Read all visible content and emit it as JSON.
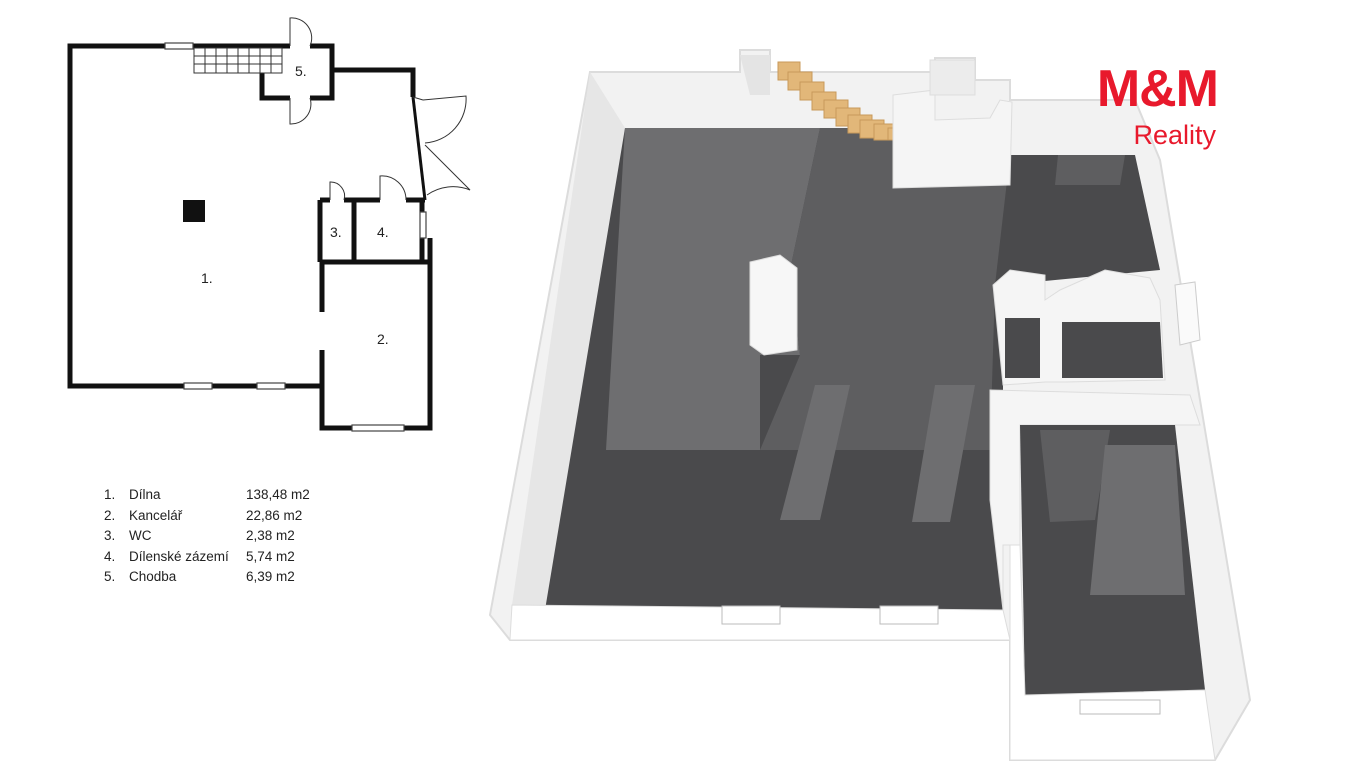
{
  "brand": {
    "logo_main": "M&M",
    "logo_sub": "Reality",
    "color": "#e8192c"
  },
  "plan": {
    "room_labels": [
      "1.",
      "2.",
      "3.",
      "4.",
      "5."
    ]
  },
  "legend": {
    "rows": [
      {
        "num": "1.",
        "name": "Dílna",
        "area": "138,48 m2"
      },
      {
        "num": "2.",
        "name": "Kancelář",
        "area": "22,86 m2"
      },
      {
        "num": "3.",
        "name": "WC",
        "area": "2,38 m2"
      },
      {
        "num": "4.",
        "name": "Dílenské zázemí",
        "area": "5,74 m2"
      },
      {
        "num": "5.",
        "name": "Chodba",
        "area": "6,39 m2"
      }
    ]
  },
  "colors": {
    "floor_dark": "#4a4a4c",
    "floor_light": "#6e6e70",
    "wall": "#f5f5f5",
    "stairs": "#e2b779"
  }
}
